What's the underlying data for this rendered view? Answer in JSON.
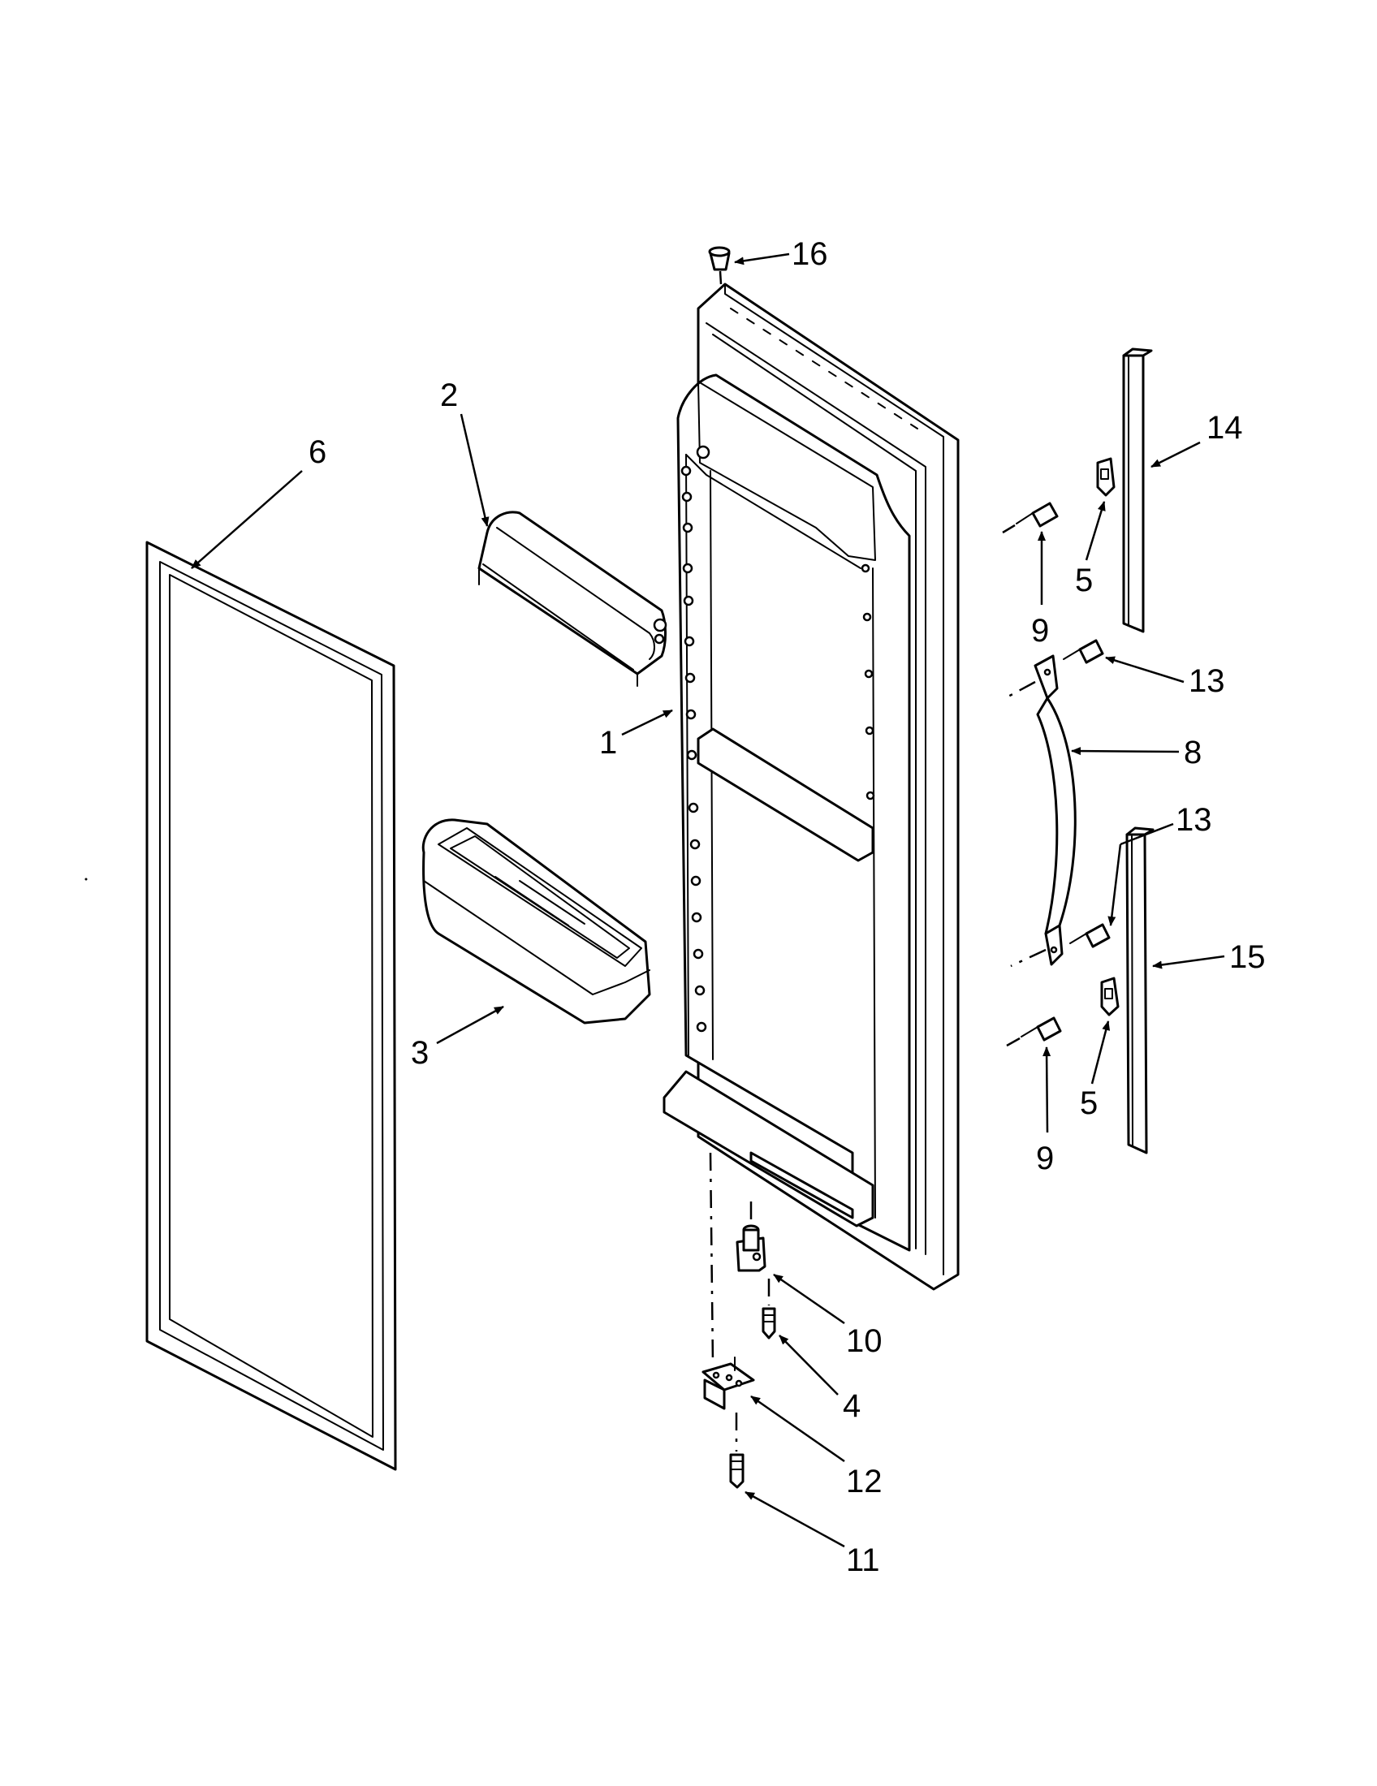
{
  "callouts": [
    {
      "id": "label-16",
      "text": "16"
    },
    {
      "id": "label-2",
      "text": "2"
    },
    {
      "id": "label-6",
      "text": "6"
    },
    {
      "id": "label-1",
      "text": "1"
    },
    {
      "id": "label-3",
      "text": "3"
    },
    {
      "id": "label-14",
      "text": "14"
    },
    {
      "id": "label-5a",
      "text": "5"
    },
    {
      "id": "label-9a",
      "text": "9"
    },
    {
      "id": "label-13a",
      "text": "13"
    },
    {
      "id": "label-8",
      "text": "8"
    },
    {
      "id": "label-13b",
      "text": "13"
    },
    {
      "id": "label-15",
      "text": "15"
    },
    {
      "id": "label-5b",
      "text": "5"
    },
    {
      "id": "label-9b",
      "text": "9"
    },
    {
      "id": "label-10",
      "text": "10"
    },
    {
      "id": "label-4",
      "text": "4"
    },
    {
      "id": "label-12",
      "text": "12"
    },
    {
      "id": "label-11",
      "text": "11"
    }
  ]
}
